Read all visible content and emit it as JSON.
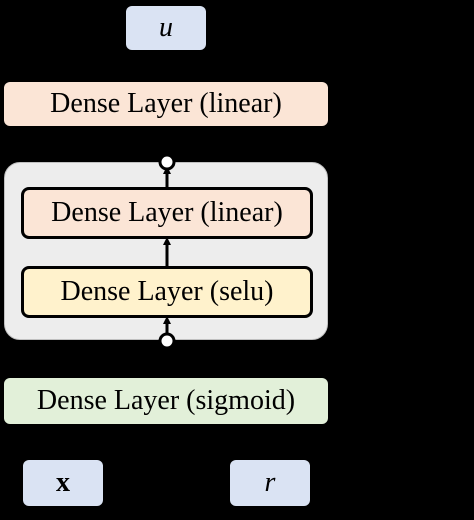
{
  "inputs": {
    "x": "x",
    "r": "r"
  },
  "output": {
    "u": "u"
  },
  "layers": {
    "sigmoid": "Dense Layer (sigmoid)",
    "selu": "Dense Layer (selu)",
    "linear_inner": "Dense Layer (linear)",
    "linear_outer": "Dense Layer (linear)"
  },
  "colors": {
    "background": "#000000",
    "io_fill": "#dae3f3",
    "linear_fill": "#fbe5d6",
    "selu_fill": "#fff2cc",
    "sigmoid_fill": "#e2f0d9",
    "block_fill": "#ededed"
  }
}
